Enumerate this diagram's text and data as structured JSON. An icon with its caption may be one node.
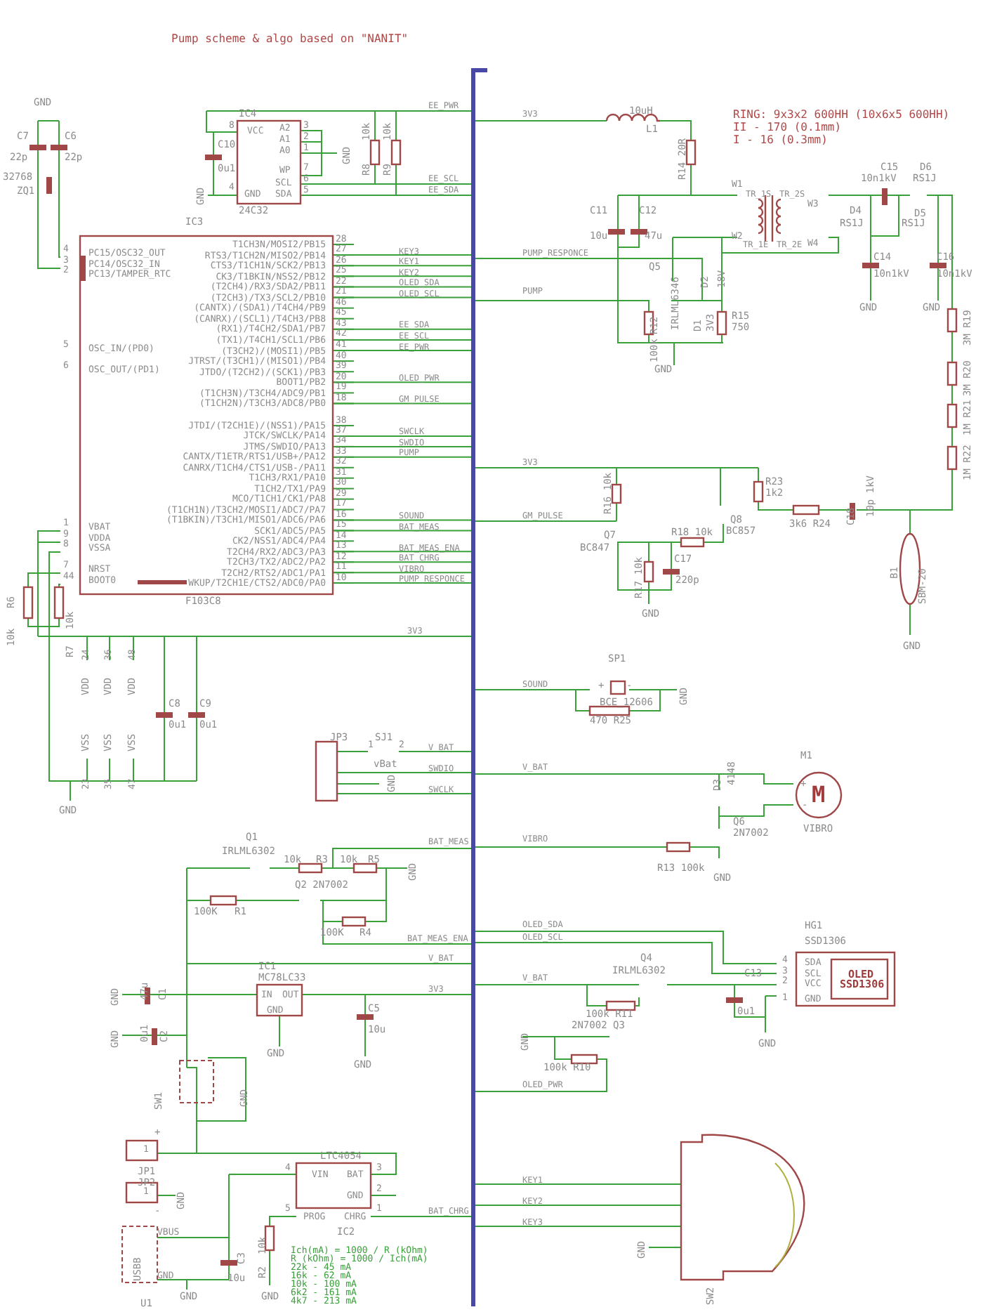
{
  "diagram": {
    "title": "Pump scheme & algo based on \"NANIT\"",
    "labels": [
      "GND",
      "C7",
      "C6",
      "22p",
      "22p",
      "32768",
      "ZQ1",
      "IC4",
      "VCC",
      "A2",
      "A1",
      "A0",
      "WP",
      "SCL",
      "GND",
      "SDA",
      "8",
      "3",
      "2",
      "1",
      "7",
      "6",
      "5",
      "4",
      "C10",
      "0u1",
      "GND",
      "24C32",
      "GND",
      "R8",
      "10k",
      "R9",
      "10k",
      "EE_PWR",
      "EE_SCL",
      "EE_SDA",
      "IC3",
      "T1CH3N/MOSI2/PB15",
      "28",
      "RTS3/T1CH2N/MISO2/PB14",
      "27",
      "KEY3",
      "CTS3/T1CH1N/SCK2/PB13",
      "26",
      "KEY1",
      "CK3/T1BKIN/NSS2/PB12",
      "25",
      "KEY2",
      "(T2CH4)/RX3/SDA2/PB11",
      "22",
      "OLED_SDA",
      "(T2CH3)/TX3/SCL2/PB10",
      "21",
      "OLED_SCL",
      "(CANTX)/(SDA1)/T4CH4/PB9",
      "46",
      "(CANRX)/(SCL1)/T4CH3/PB8",
      "45",
      "(RX1)/T4CH2/SDA1/PB7",
      "43",
      "EE_SDA",
      "(TX1)/T4CH1/SCL1/PB6",
      "42",
      "EE_SCL",
      "(T3CH2)/(MOSI1)/PB5",
      "41",
      "EE_PWR",
      "JTRST/(T3CH1)/(MISO1)/PB4",
      "40",
      "JTDO/(T2CH2)/(SCK1)/PB3",
      "39",
      "BOOT1/PB2",
      "20",
      "OLED_PWR",
      "(T1CH3N)/T3CH4/ADC9/PB1",
      "19",
      "(T1CH2N)/T3CH3/ADC8/PB0",
      "18",
      "GM_PULSE",
      "JTDI/(T2CH1E)/(NSS1)/PA15",
      "38",
      "JTCK/SWCLK/PA14",
      "37",
      "SWCLK",
      "JTMS/SWDIO/PA13",
      "34",
      "SWDIO",
      "CANTX/T1ETR/RTS1/USB+/PA12",
      "33",
      "PUMP",
      "CANRX/T1CH4/CTS1/USB-/PA11",
      "32",
      "T1CH3/RX1/PA10",
      "31",
      "T1CH2/TX1/PA9",
      "30",
      "MCO/T1CH1/CK1/PA8",
      "29",
      "(T1CH1N)/T3CH2/MOSI1/ADC7/PA7",
      "17",
      "(T1BKIN)/T3CH1/MISO1/ADC6/PA6",
      "16",
      "SOUND",
      "SCK1/ADC5/PA5",
      "15",
      "BAT_MEAS",
      "CK2/NSS1/ADC4/PA4",
      "14",
      "T2CH4/RX2/ADC3/PA3",
      "13",
      "BAT_MEAS_ENA",
      "T2CH3/TX2/ADC2/PA2",
      "12",
      "BAT_CHRG",
      "T2CH2/RTS2/ADC1/PA1",
      "11",
      "VIBRO",
      "WKUP/T2CH1E/CTS2/ADC0/PA0",
      "10",
      "PUMP_RESPONCE",
      "4",
      "PC15/OSC32_OUT",
      "3",
      "PC14/OSC32_IN",
      "2",
      "PC13/TAMPER_RTC",
      "5",
      "OSC_IN/(PD0)",
      "6",
      "OSC_OUT/(PD1)",
      "1",
      "VBAT",
      "9",
      "VDDA",
      "8",
      "VSSA",
      "7",
      "NRST",
      "44",
      "BOOT0",
      "R6",
      "10k",
      "R7",
      "10k",
      "F103C8",
      "24",
      "36",
      "48",
      "VDD",
      "VDD",
      "VDD",
      "C8",
      "C9",
      "0u1",
      "0u1",
      "VSS",
      "VSS",
      "VSS",
      "23",
      "35",
      "47",
      "GND",
      "3V3",
      "JP3",
      "SJ1",
      "1",
      "2",
      "V_BAT",
      "vBat",
      "SWDIO",
      "GND",
      "SWCLK",
      "BAT_MEAS",
      "Q1",
      "IRLML6302",
      "10k",
      "R3",
      "10k",
      "R5",
      "GND",
      "Q2 2N7002",
      "100K",
      "R1",
      "100K",
      "R4",
      "BAT_MEAS_ENA",
      "V_BAT",
      "IC1",
      "MC78LC33",
      "47u",
      "C1",
      "GND",
      "IN",
      "OUT",
      "3V3",
      "GND",
      "C5",
      "10u",
      "0u1",
      "C2",
      "GND",
      "GND",
      "GND",
      "SW1",
      "GND",
      "+",
      "1",
      "JP1",
      "JP2",
      "LTC4054",
      "4",
      "VIN",
      "BAT",
      "3",
      "1",
      "GND",
      "2",
      "GND",
      "-",
      "5",
      "PROG",
      "CHRG",
      "1",
      "BAT_CHRG",
      "IC2",
      "10k",
      "R2",
      "VBUS",
      "USBB",
      "C3",
      "GND",
      "10u",
      "Ich(mA) = 1000 / R (kOhm)",
      "R (kOhm) = 1000 / Ich(mA)",
      "22k - 45 mA",
      "16k - 62 mA",
      "10k - 100 mA",
      "6k2 - 161 mA",
      "4k7 - 213 mA",
      "GND",
      "GND",
      "U1",
      "10uH",
      "RING: 9x3x2 600HH (10x6x5 600HH)",
      "3V3",
      "L1",
      "II - 170 (0.1mm)",
      "I - 16 (0.3mm)",
      "R14 20R",
      "C15",
      "D6",
      "10n1kV",
      "RS1J",
      "W1",
      "TR_1S",
      "TR_2S",
      "W3",
      "C11",
      "C12",
      "D4",
      "D5",
      "RS1J",
      "RS1J",
      "10u",
      "47u",
      "W2",
      "TR_1E",
      "TR_2E",
      "W4",
      "PUMP_RESPONCE",
      "C14",
      "C16",
      "Q5",
      "10n1kV",
      "10n1kV",
      "D2",
      "18V",
      "IRLML6346",
      "PUMP",
      "GND",
      "GND",
      "3M R19",
      "R12",
      "100k",
      "D1",
      "3V3",
      "R15",
      "750",
      "GND",
      "3M R20",
      "1M R21",
      "1M R22",
      "R16 10k",
      "3V3",
      "R23",
      "1k2",
      "C18",
      "10p 1kV",
      "GM_PULSE",
      "Q8",
      "BC857",
      "3k6 R24",
      "Q7",
      "R18 10k",
      "BC847",
      "C17",
      "R17 10k",
      "220p",
      "B1",
      "SBM-20",
      "GND",
      "GND",
      "SP1",
      "+",
      "-",
      "SOUND",
      "GND",
      "BCE_12606",
      "470 R25",
      "D3",
      "4148",
      "M1",
      "V_BAT",
      "+",
      "M",
      "-",
      "Q6",
      "2N7002",
      "VIBRO",
      "VIBRO",
      "R13 100k",
      "GND",
      "OLED_SDA",
      "HG1",
      "OLED_SCL",
      "SSD1306",
      "4",
      "SDA",
      "3",
      "SCL",
      "OLED",
      "Q4",
      "IRLML6302",
      "V_BAT",
      "C13",
      "2",
      "VCC",
      "SSD1306",
      "1",
      "GND",
      "100k R11",
      "0u1",
      "2N7002 Q3",
      "GND",
      "GND",
      "100k R10",
      "OLED_PWR",
      "KEY1",
      "KEY2",
      "KEY3",
      "GND",
      "SW2"
    ]
  }
}
